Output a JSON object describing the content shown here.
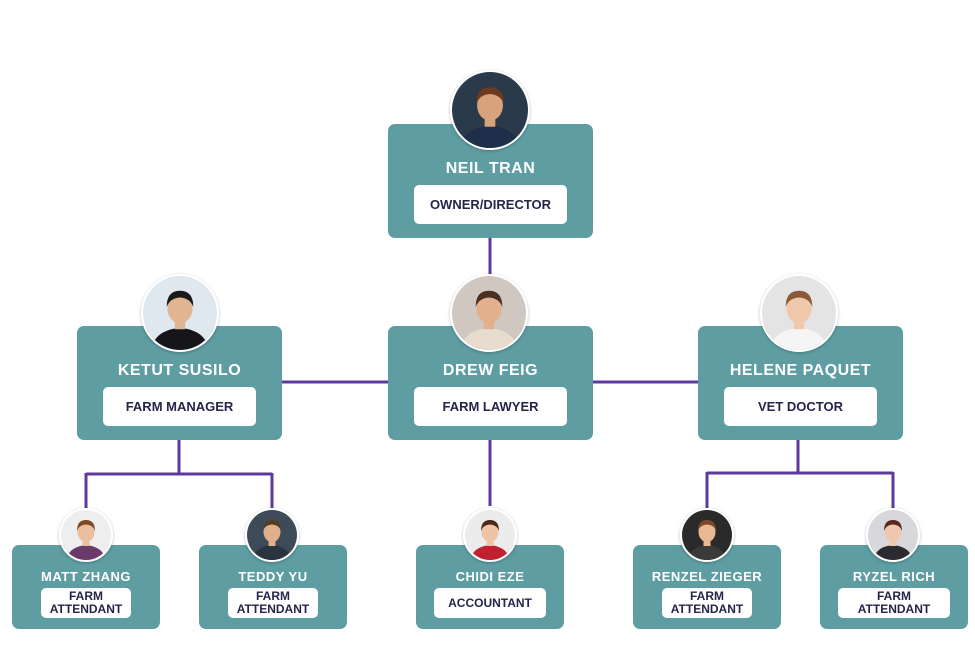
{
  "org_chart": {
    "connector_color": "#5b3a9b",
    "box_color": "#5e9ea3",
    "people": [
      {
        "id": "neil",
        "name": "NEIL TRAN",
        "role": "OWNER/DIRECTOR",
        "avatar": "man-bearded-suit-avatar",
        "bg": "#2b3a4a",
        "skin": "#d8a27c",
        "hair": "#6b3a1f",
        "shirt": "#1f2e4a"
      },
      {
        "id": "ketut",
        "name": "KETUT SUSILO",
        "role": "FARM MANAGER",
        "avatar": "man-black-suit-avatar",
        "bg": "#dfe7ef",
        "skin": "#e2b592",
        "hair": "#1a1a1a",
        "shirt": "#15151a"
      },
      {
        "id": "drew",
        "name": "DREW FEIG",
        "role": "FARM LAWYER",
        "avatar": "man-smiling-avatar",
        "bg": "#cfc7c0",
        "skin": "#e3b08e",
        "hair": "#4a3020",
        "shirt": "#e8dccf"
      },
      {
        "id": "helene",
        "name": "HELENE PAQUET",
        "role": "VET DOCTOR",
        "avatar": "woman-smiling-avatar",
        "bg": "#e4e4e4",
        "skin": "#f0c9ad",
        "hair": "#8a5a3a",
        "shirt": "#f5f5f5"
      },
      {
        "id": "matt",
        "name": "MATT ZHANG",
        "role": "FARM ATTENDANT",
        "avatar": "man-glasses-avatar",
        "bg": "#eeeeee",
        "skin": "#e9bfa0",
        "hair": "#7a4a25",
        "shirt": "#6b3a6b"
      },
      {
        "id": "teddy",
        "name": "TEDDY YU",
        "role": "FARM ATTENDANT",
        "avatar": "man-suit-avatar",
        "bg": "#3d4a5a",
        "skin": "#deb08e",
        "hair": "#5a3b22",
        "shirt": "#2a3340"
      },
      {
        "id": "chidi",
        "name": "CHIDI EZE",
        "role": "ACCOUNTANT",
        "avatar": "woman-headset-avatar",
        "bg": "#ececec",
        "skin": "#efc3a6",
        "hair": "#4a2a18",
        "shirt": "#c02030"
      },
      {
        "id": "renzel",
        "name": "RENZEL ZIEGER",
        "role": "FARM ATTENDANT",
        "avatar": "woman-hardhat-avatar",
        "bg": "#2a2a2a",
        "skin": "#e8b892",
        "hair": "#7a4a28",
        "shirt": "#3a3a3a"
      },
      {
        "id": "ryzel",
        "name": "RYZEL RICH",
        "role": "FARM ATTENDANT",
        "avatar": "woman-avatar",
        "bg": "#d8d8dc",
        "skin": "#efc6ae",
        "hair": "#5a2a20",
        "shirt": "#2a2a30"
      }
    ]
  }
}
